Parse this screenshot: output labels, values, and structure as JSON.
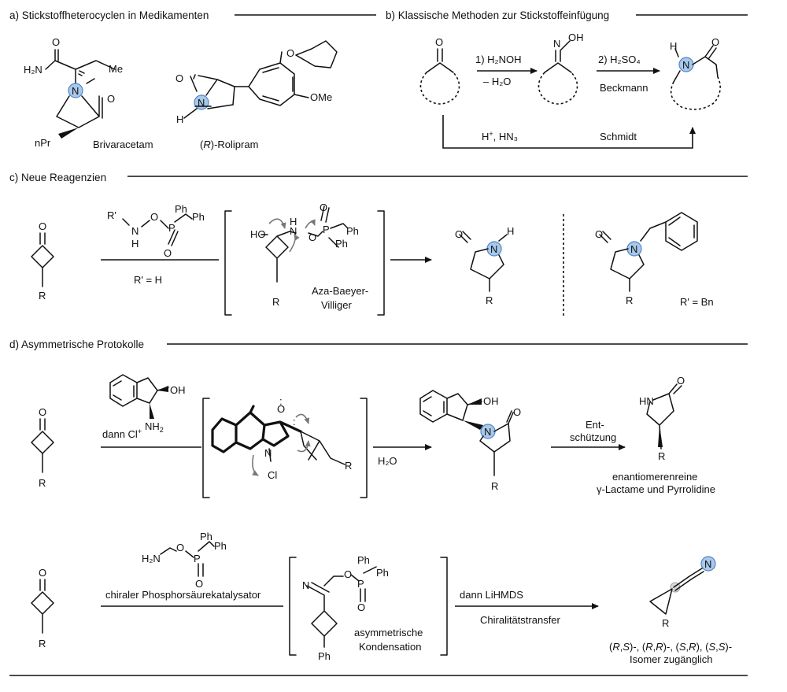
{
  "sections": {
    "a": {
      "header": "a) Stickstoffheterocyclen in Medikamenten",
      "brivaracetam": {
        "name": "Brivaracetam",
        "h2n": "H₂N",
        "o": "O",
        "me": "Me",
        "n": "N",
        "o2": "O",
        "npr": "nPr"
      },
      "rolipram": {
        "name_prefix": "(",
        "name_r": "R",
        "name_suffix": ")-Rolipram",
        "o": "O",
        "n": "N",
        "h": "H",
        "o_ether": "O",
        "ome": "OMe"
      }
    },
    "b": {
      "header": "b) Klassische Methoden  zur Stickstoffeinfügung",
      "ketone_o": "O",
      "oxime_n": "N",
      "oxime_oh": "OH",
      "step1_line1": "1) H₂NOH",
      "step1_line2": "–  H₂O",
      "step2_line1": "2) H₂SO₄",
      "step2_line2": "Beckmann",
      "lactam_h": "H",
      "lactam_n": "N",
      "lactam_o": "O",
      "schmidt_reagent_prefix": "H",
      "schmidt_reagent_sup": "+",
      "schmidt_reagent_suffix": ", HN₃",
      "schmidt_label": "Schmidt"
    },
    "c": {
      "header": "c) Neue Reagenzien",
      "reagent": {
        "r": "R'",
        "n": "N",
        "h": "H",
        "o": "O",
        "p": "P",
        "o_dbl": "O",
        "ph1": "Ph",
        "ph2": "Ph"
      },
      "condition": "R' = H",
      "sm": {
        "o": "O",
        "r": "R"
      },
      "int": {
        "ho": "HO",
        "n": "N",
        "h": "H",
        "o": "O",
        "p": "P",
        "o_dbl": "O",
        "ph1": "Ph",
        "ph2": "Ph",
        "r": "R",
        "label1": "Aza-Baeyer-",
        "label2": "Villiger"
      },
      "prod1": {
        "o": "O",
        "n": "N",
        "h": "H",
        "r": "R"
      },
      "prod2": {
        "o": "O",
        "n": "N",
        "r": "R",
        "note": "R' = Bn"
      }
    },
    "d": {
      "header": "d) Asymmetrische Protokolle",
      "sm1": {
        "o": "O",
        "r": "R"
      },
      "aux": {
        "oh": "OH",
        "nh2_prefix": "NH",
        "nh2_sub": "2"
      },
      "cond1_prefix": "dann Cl",
      "cond1_sup": "+",
      "int1": {
        "o": "O",
        "lp": ":",
        "n": "N",
        "cl": "Cl",
        "r": "R"
      },
      "water": "H₂O",
      "prod1": {
        "oh": "OH",
        "n": "N",
        "o": "O",
        "r": "R"
      },
      "deprot1": "Ent-",
      "deprot2": "schützung",
      "final": {
        "hn": "HN",
        "o": "O",
        "r": "R"
      },
      "result1": "enantiomerenreine",
      "result2": "γ-Lactame und Pyrrolidine",
      "sm2": {
        "o": "O",
        "r": "R"
      },
      "reagent2": {
        "h2n": "H₂N",
        "o": "O",
        "p": "P",
        "o_dbl": "O",
        "ph1": "Ph",
        "ph2": "Ph"
      },
      "cond2": "chiraler Phosphorsäurekatalysator",
      "int2": {
        "n": "N",
        "o": "O",
        "p": "P",
        "o_dbl": "O",
        "ph1": "Ph",
        "ph2": "Ph",
        "ph3": "Ph",
        "label1": "asymmetrische",
        "label2": "Kondensation"
      },
      "cond3": "dann LiHMDS",
      "cond4": "Chiralitätstransfer",
      "nitrile": {
        "n": "N",
        "r": "R"
      },
      "isomers": {
        "p1": "(",
        "p1r": "R",
        "p1c": ",",
        "p1s": "S",
        "p1e": ")-, (",
        "p2r": "R",
        "p2c": ",",
        "p2r2": "R",
        "p2e": ")-, (",
        "p3s": "S",
        "p3c": ",",
        "p3r": "R",
        "p3e": "), (",
        "p4s": "S",
        "p4c": ",",
        "p4s2": "S",
        "p4e": ")-",
        "line2": "Isomer zugänglich"
      }
    }
  }
}
